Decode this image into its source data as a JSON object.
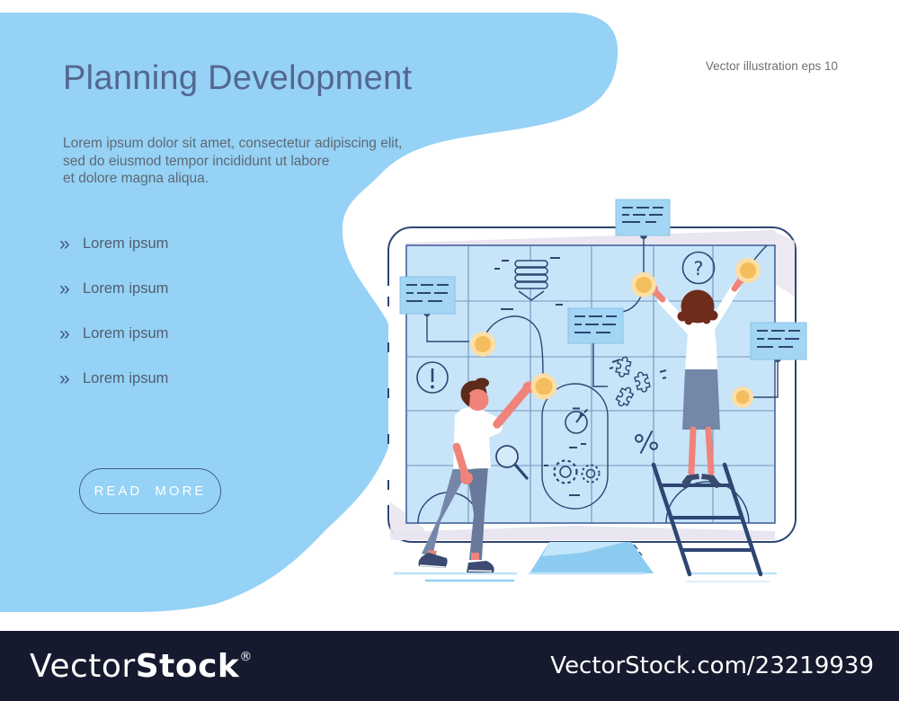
{
  "page": {
    "title": "Planning Development"
  },
  "caption": {
    "note": "Vector illustration eps 10"
  },
  "intro": {
    "line1": "Lorem ipsum dolor sit amet, consectetur adipiscing elit,",
    "line2": "sed do eiusmod tempor incididunt ut labore",
    "line3": "et dolore magna aliqua."
  },
  "features": {
    "chevron_icon": "»",
    "items": [
      "Lorem ipsum",
      "Lorem ipsum",
      "Lorem ipsum",
      "Lorem ipsum"
    ]
  },
  "cta": {
    "label": "READ MORE"
  },
  "footer": {
    "brand_light": "Vector",
    "brand_bold": "Stock",
    "registered": "®",
    "site_ref": "VectorStock.com/23219939"
  },
  "illustration": {
    "glyphs": {
      "question": "?"
    },
    "icons": [
      "question-icon",
      "exclamation-icon",
      "search-icon",
      "stopwatch-icon",
      "gears-icon",
      "percent-icon",
      "puzzle-icon",
      "layers-icon",
      "sticky-note",
      "pin-dot",
      "ladder",
      "monitor-stand",
      "whiteboard-grid"
    ]
  },
  "colors": {
    "blob": "#95d2f5",
    "screen": "#c7e4f9",
    "gridline": "#6181ad",
    "navy": "#2e4672",
    "note": "#a2d6f4",
    "note_edge": "#8ac2e6",
    "dot_core": "#f4bd5d",
    "dot_halo": "#fbdfa6",
    "skin": "#f0837a",
    "garment": "#7487a9",
    "garment_dark": "#68799b",
    "shoe": "#3a4a70",
    "hair_man": "#5d2a1c",
    "hair_woman": "#6f2b1b",
    "lavender": "#e9e5f1",
    "stand": "#8bcbf1",
    "stand_light": "#c3e6fa",
    "footer_bg": "#161a2e",
    "title": "#54678f",
    "body": "#5e6975",
    "list": "#515d6e",
    "chevron": "#46567c",
    "caption": "#707070",
    "ground1": "#bfe3f8",
    "ground2": "#92d2f3"
  }
}
